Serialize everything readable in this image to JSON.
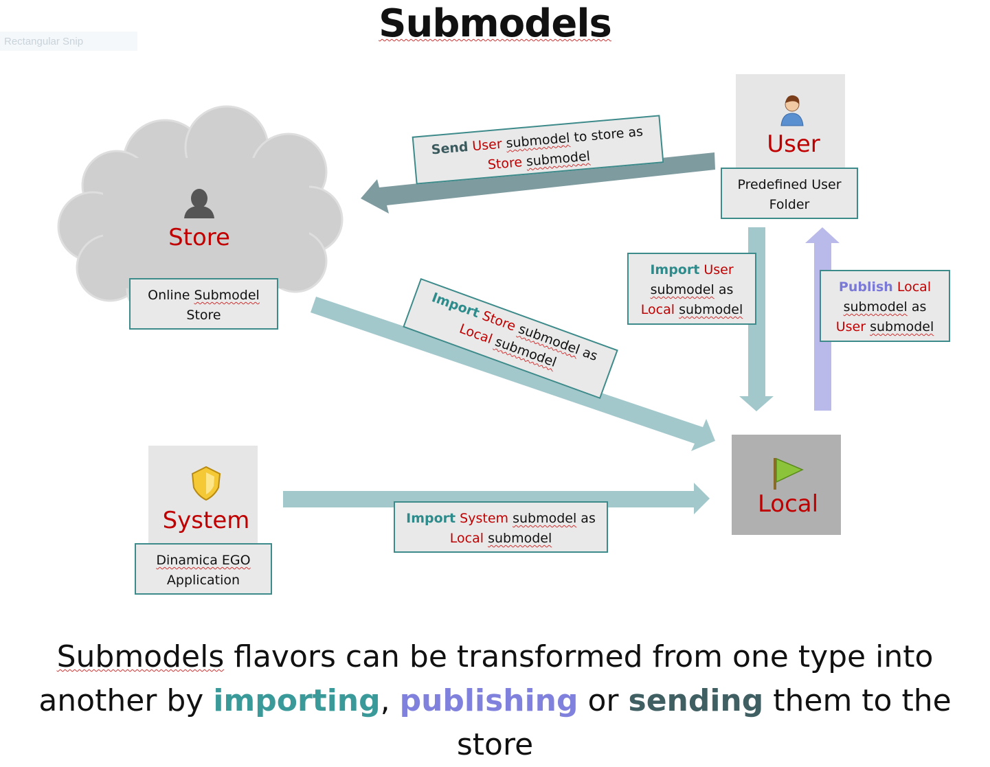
{
  "title": "Submodels",
  "snip_label": "Rectangular Snip",
  "nodes": {
    "store": {
      "label": "Store",
      "box_text_1": "Online",
      "box_text_2": "Submodel",
      "box_text_3": "Store",
      "icon": "person-silhouette-icon"
    },
    "user": {
      "label": "User",
      "box_line_1": "Predefined User",
      "box_line_2": "Folder",
      "icon": "user-icon"
    },
    "system": {
      "label": "System",
      "box_line_1": "Dinamica EGO",
      "box_line_2": "Application",
      "icon": "shield-icon"
    },
    "local": {
      "label": "Local",
      "icon": "flag-icon"
    }
  },
  "edges": {
    "send": {
      "verb": "Send",
      "w1": "User",
      "w2": "submodel",
      "w3": "to store as",
      "w4": "Store",
      "w5": "submodel"
    },
    "import_store": {
      "verb": "Import",
      "w1": "Store",
      "w2": "submodel",
      "w3": "as",
      "w4": "Local",
      "w5": "submodel"
    },
    "import_user": {
      "verb": "Import",
      "w1": "User",
      "w2": "submodel",
      "w3": "as",
      "w4": "Local",
      "w5": "submodel"
    },
    "publish": {
      "verb": "Publish",
      "w1": "Local",
      "w2": "submodel",
      "w3": "as",
      "w4": "User",
      "w5": "submodel"
    },
    "import_system": {
      "verb": "Import",
      "w1": "System",
      "w2": "submodel",
      "w3": "as",
      "w4": "Local",
      "w5": "submodel"
    }
  },
  "caption": {
    "p1": "Submodels",
    "p2": " flavors can be transformed from one type into",
    "p3": "another by ",
    "importing": "importing",
    "p4": ", ",
    "publishing": "publishing",
    "p5": " or ",
    "sending": "sending",
    "p6": " them to the store"
  },
  "colors": {
    "accent_red": "#c00000",
    "teal": "#2e8b8b",
    "purple": "#7b79d6",
    "slate": "#3a5a5e",
    "arrow_teal": "#a3c8cc",
    "arrow_slate": "#7e9ba0",
    "arrow_purple": "#b9b9ea"
  }
}
